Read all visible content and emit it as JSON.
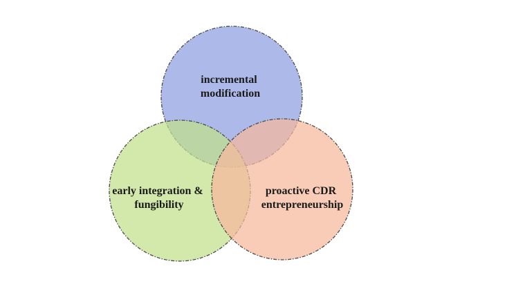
{
  "diagram": {
    "type": "venn",
    "sets": [
      {
        "id": "top",
        "lines": [
          "incremental",
          "modification"
        ],
        "fill": "#8e9fe0"
      },
      {
        "id": "left",
        "lines": [
          "early integration &",
          "fungibility"
        ],
        "fill": "#c2df8a"
      },
      {
        "id": "right",
        "lines": [
          "proactive CDR",
          "entrepreneurship"
        ],
        "fill": "#f7b99c"
      }
    ],
    "fill_opacity": 0.72,
    "outline_color": "#4a4a4a"
  }
}
